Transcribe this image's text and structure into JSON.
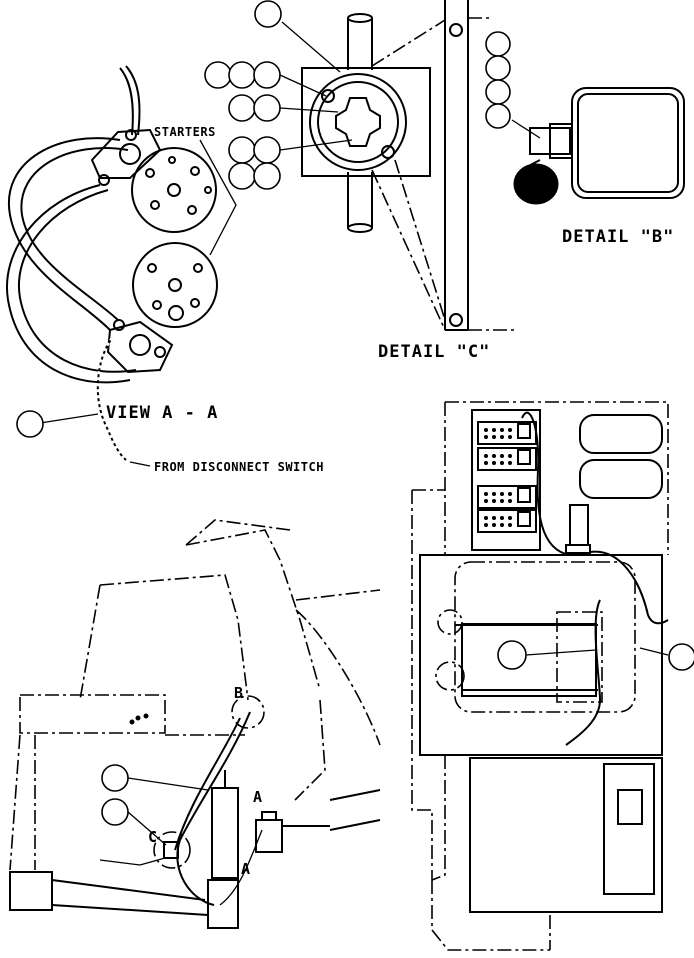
{
  "labels": {
    "starters": "STARTERS",
    "view": "VIEW A - A",
    "from_disconnect": "FROM DISCONNECT SWITCH",
    "detail_b": "DETAIL \"B\"",
    "detail_c": "DETAIL \"C\"",
    "callout_a_upper": "A",
    "callout_a_lower": "A",
    "callout_b": "B",
    "callout_c": "C"
  },
  "colors": {
    "ink": "#000000",
    "paper": "#ffffff"
  }
}
